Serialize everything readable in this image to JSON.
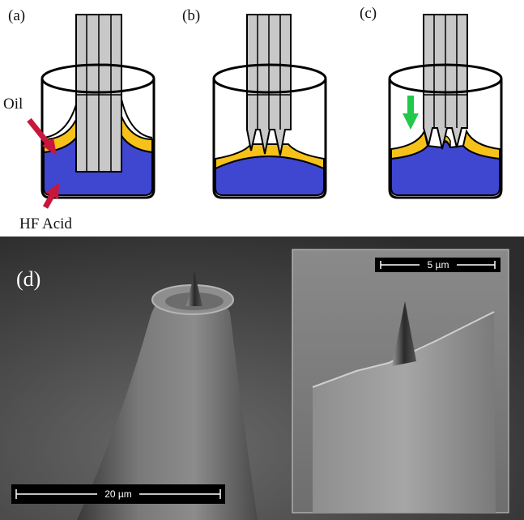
{
  "figure": {
    "panels": [
      {
        "label": "(a)"
      },
      {
        "label": "(b)"
      },
      {
        "label": "(c)"
      },
      {
        "label": "(d)"
      }
    ],
    "annotations": {
      "oil": "Oil",
      "hf_acid": "HF Acid"
    },
    "colors": {
      "acid": "#3f46d0",
      "oil": "#f6c21a",
      "fiber": "#c8c8c8",
      "arrow_red": "#c8163c",
      "arrow_green": "#22c84a"
    },
    "sem": {
      "main_scale_bar": "20 µm",
      "inset_scale_bar": "5 µm"
    }
  }
}
